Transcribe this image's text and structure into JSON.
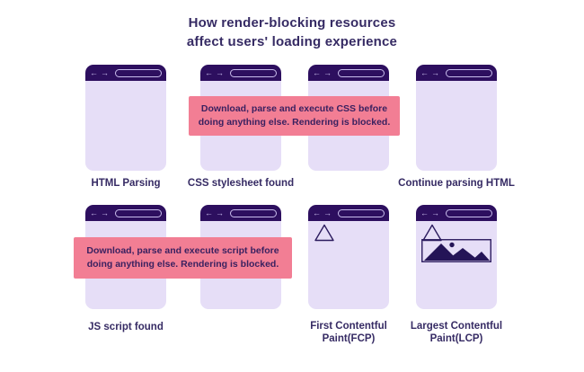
{
  "title": {
    "line1": "How render-blocking resources",
    "line2": "affect users' loading experience"
  },
  "banners": {
    "css": {
      "line1": "Download, parse and execute CSS before",
      "line2": "doing anything else. Rendering is blocked."
    },
    "js": {
      "line1": "Download, parse and execute script before",
      "line2": "doing anything else. Rendering is blocked."
    }
  },
  "windows": [
    {
      "label": "HTML Parsing",
      "content": "empty"
    },
    {
      "label": "CSS stylesheet found",
      "content": "empty"
    },
    {
      "label": null,
      "content": "empty"
    },
    {
      "label": "Continue parsing HTML",
      "content": "empty"
    },
    {
      "label": "JS script found",
      "content": "empty"
    },
    {
      "label": null,
      "content": "empty"
    },
    {
      "label": "First Contentful\nPaint(FCP)",
      "content": "triangle-placeholder"
    },
    {
      "label": "Largest Contentful\nPaint(LCP)",
      "content": "triangle-and-image-placeholder"
    }
  ],
  "icons": {
    "back": "←",
    "forward": "→"
  },
  "colors": {
    "background": "#ffffff",
    "browser_header": "#2d0f5f",
    "browser_body": "#e6def7",
    "banner_pink": "#f27e94",
    "text_navy": "#362b64",
    "outline_lavender": "#c8bcec"
  }
}
